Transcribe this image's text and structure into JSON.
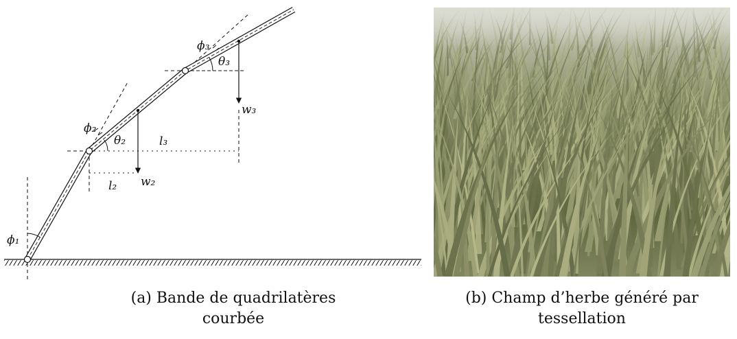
{
  "diagram": {
    "labels": {
      "phi1": "ϕ₁",
      "phi2": "ϕ₂",
      "phi3": "ϕ₃",
      "theta2": "θ₂",
      "theta3": "θ₃",
      "l2": "l₂",
      "l3": "l₃",
      "w2": "w₂",
      "w3": "w₃"
    }
  },
  "captions": {
    "a": {
      "line1": "(a) Bande de quadrilatères",
      "line2": "courbée"
    },
    "b": {
      "line1": "(b) Champ d’herbe généré par",
      "line2": "tessellation"
    }
  },
  "colors": {
    "ink": "#111111",
    "grass_light": "#b6b98a",
    "grass_dark": "#4f5735",
    "sky": "#d7d8cf"
  }
}
